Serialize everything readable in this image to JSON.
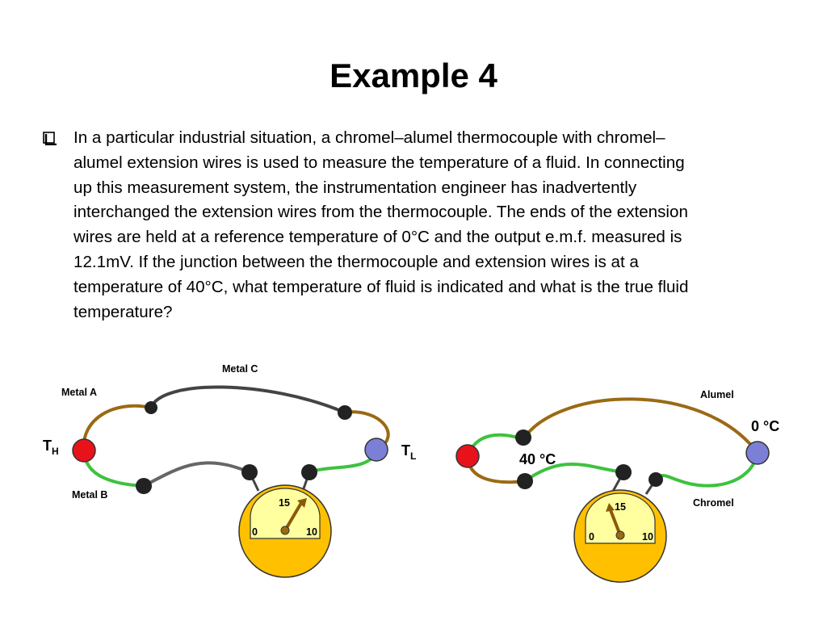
{
  "slide": {
    "title": "Example 4",
    "paragraph": "In a particular industrial situation, a chromel–alumel thermocouple with chromel–alumel extension wires is used to measure the temperature of a fluid. In connecting up this measurement system, the instrumentation engineer has inadvertently interchanged the extension wires from the thermocouple. The ends of the extension wires are held at a reference temperature of 0°C and the output e.m.f. measured is 12.1mV.  If the junction between the thermocouple and extension wires is at a temperature of 40°C, what temperature of fluid is indicated and what is the true fluid temperature?",
    "bullet_icon": "checkbox-bullet-icon"
  },
  "left_diagram": {
    "metal_a": "Metal A",
    "metal_b": "Metal B",
    "metal_c": "Metal C",
    "t_hot": "T",
    "t_hot_sub": "H",
    "t_low": "T",
    "t_low_sub": "L",
    "meter": {
      "left": "0",
      "mid": "15",
      "right": "10"
    }
  },
  "right_diagram": {
    "alumel": "Alumel",
    "chromel": "Chromel",
    "ref_temp": "0 °C",
    "junction_temp": "40 °C",
    "meter": {
      "left": "0",
      "mid": "15",
      "right": "10"
    }
  },
  "colors": {
    "metal_a_wire": "#9a6a14",
    "metal_b_wire": "#3ec23e",
    "metal_c_wire": "#444444",
    "hot_junction": "#e8121b",
    "cold_junction": "#7b7fd6",
    "meter_body": "#ffc000",
    "meter_face": "#ffffa0"
  }
}
